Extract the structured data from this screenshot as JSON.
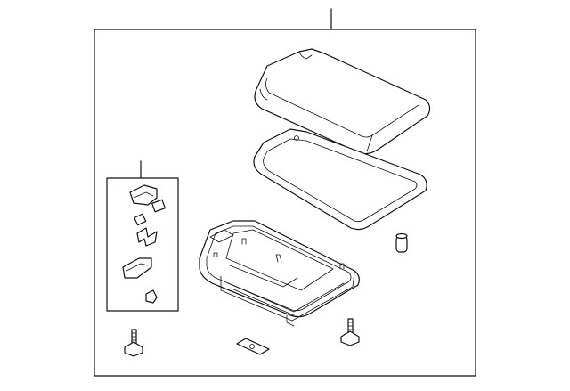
{
  "diagram": {
    "line_color": "#111111",
    "background": "#ffffff",
    "parts": [
      "cover-pad",
      "cover-base",
      "lamp-housing",
      "bulb",
      "clip-kit",
      "screw-left",
      "screw-right",
      "foam-pad"
    ]
  }
}
